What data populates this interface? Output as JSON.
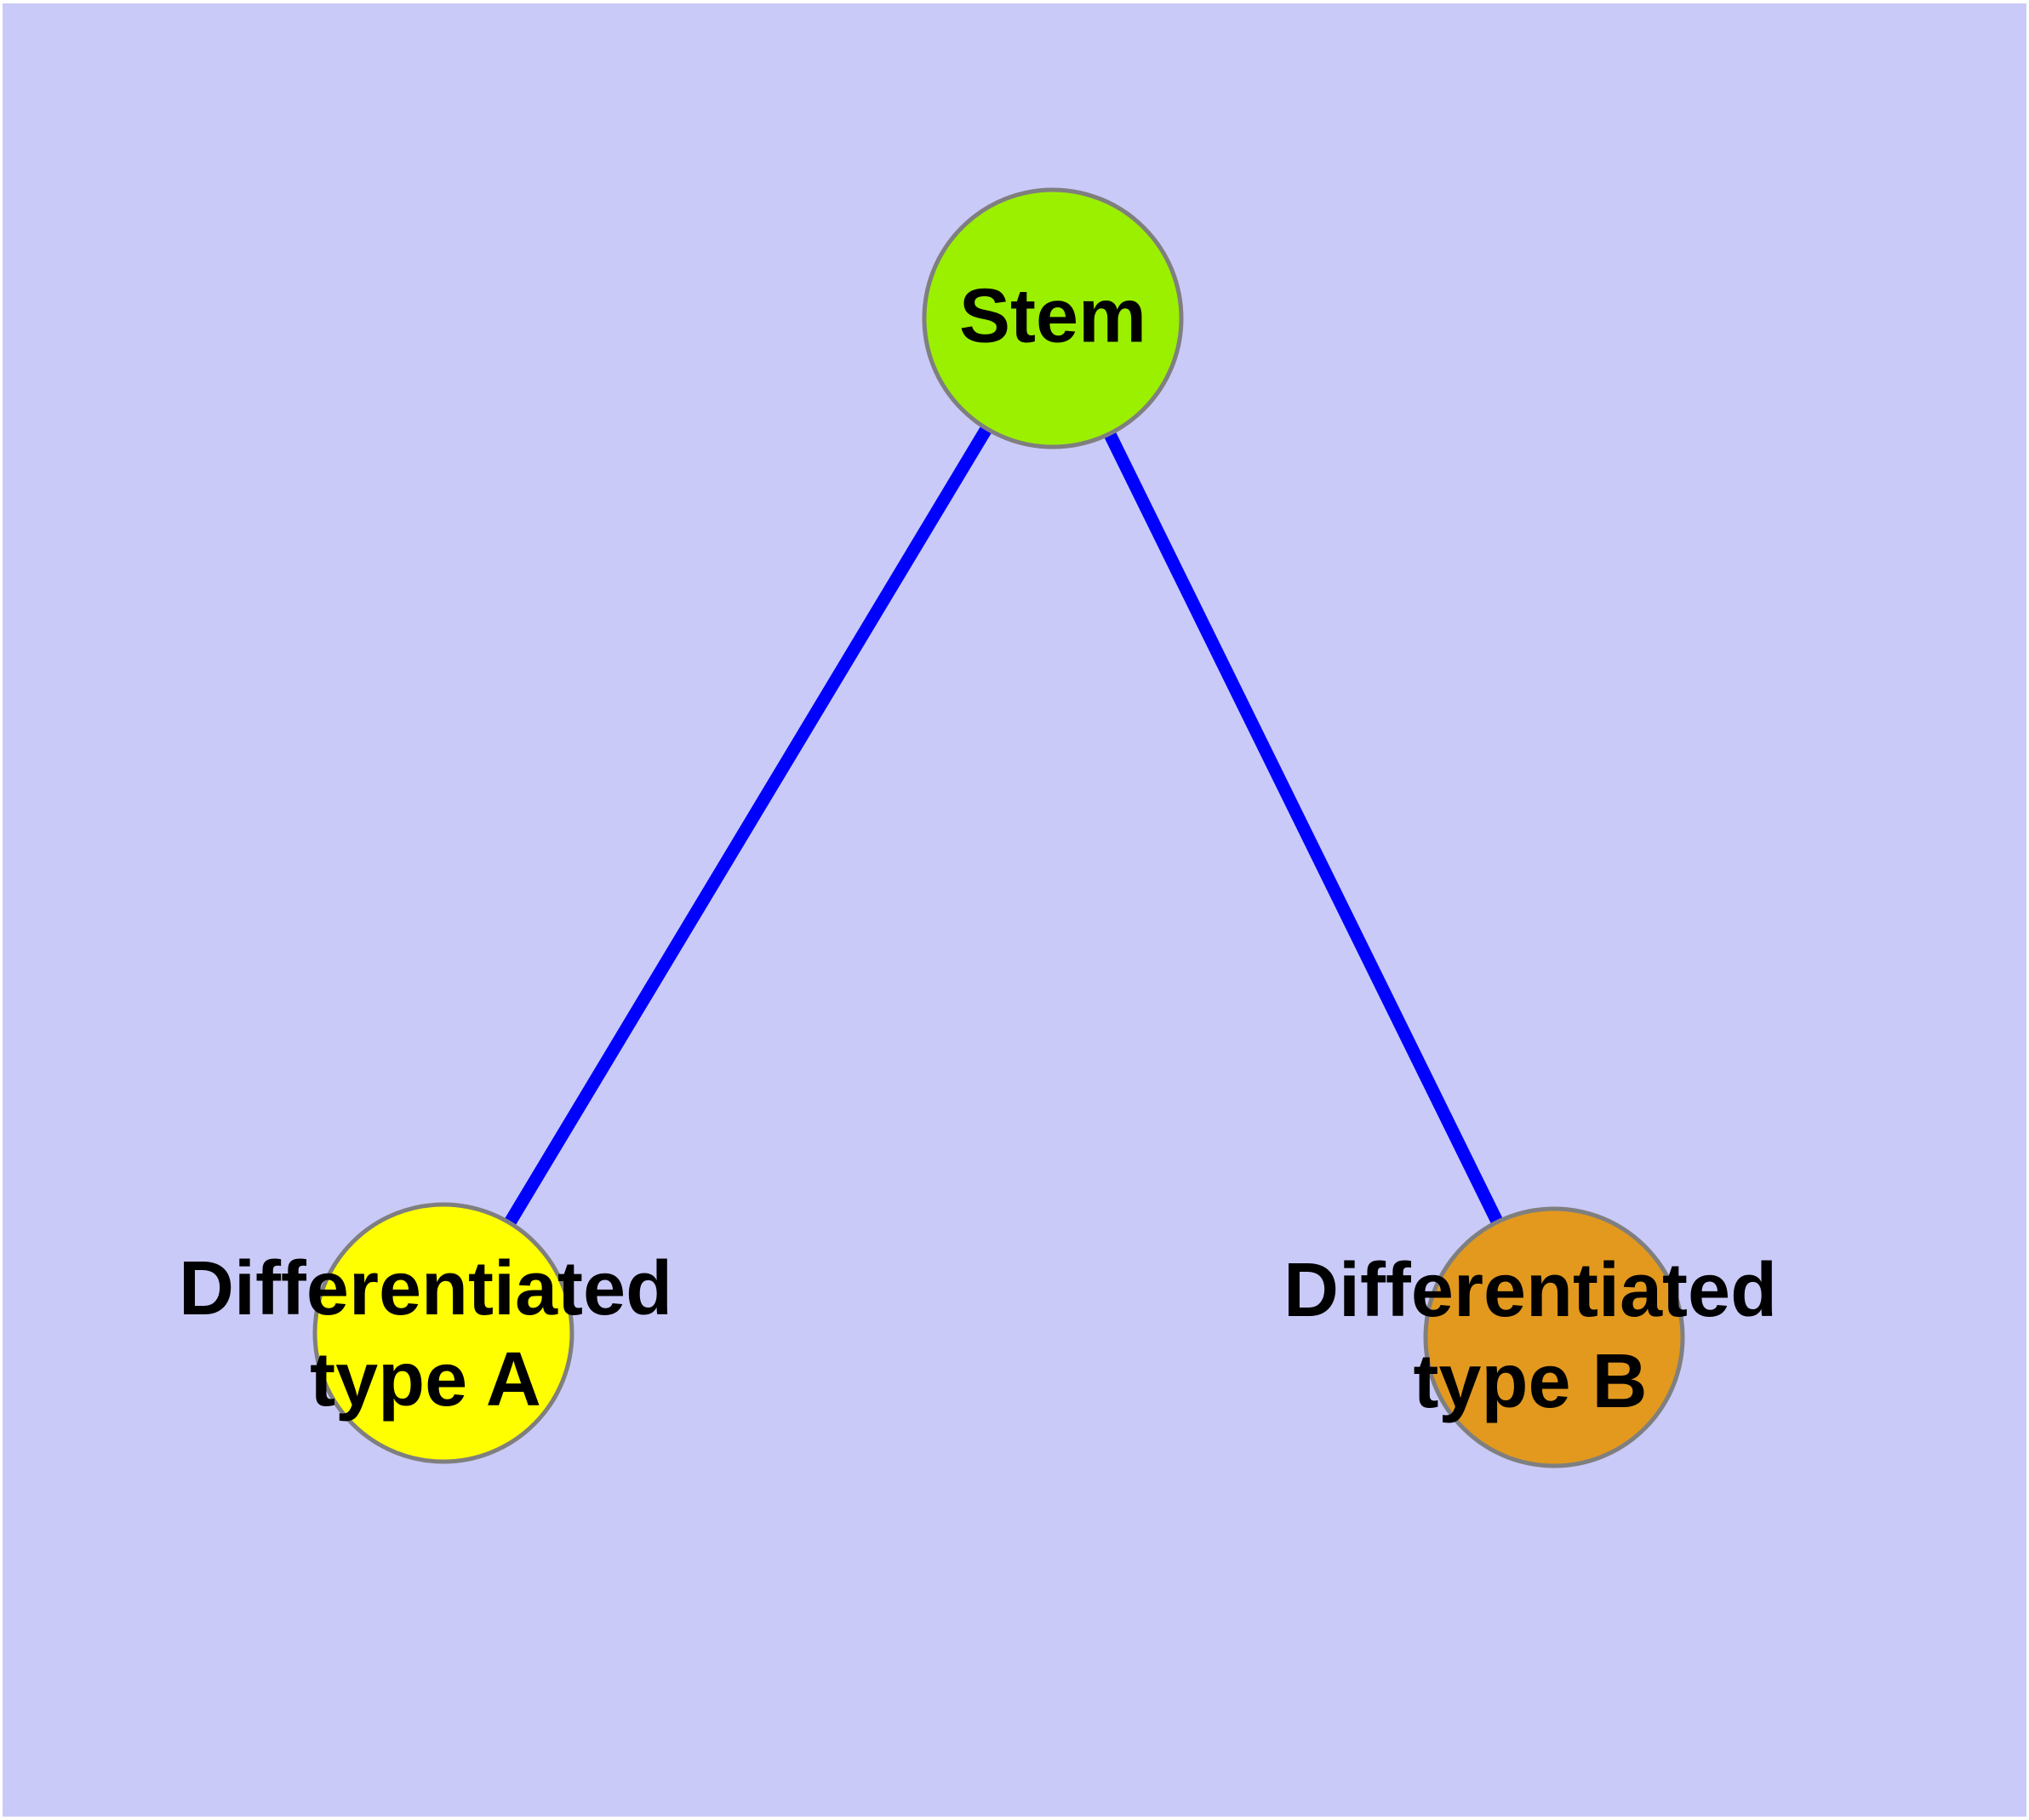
{
  "canvas": {
    "background_color": "#cacaf8",
    "page_margin_color": "#ffffff"
  },
  "style": {
    "node_border_color": "#7f7f7f",
    "edge_color": "#0000ff",
    "label_color": "#000000"
  },
  "nodes": [
    {
      "id": "stem",
      "label": "Stem",
      "fill_color": "#9bf000"
    },
    {
      "id": "differentiated-type-a",
      "label": "Differentiated\ntype A",
      "fill_color": "#ffff00"
    },
    {
      "id": "differentiated-type-b",
      "label": "Differentiated\ntype B",
      "fill_color": "#e2991e"
    }
  ],
  "edges": [
    {
      "from": "stem",
      "to": "differentiated-type-a"
    },
    {
      "from": "stem",
      "to": "differentiated-type-b"
    }
  ]
}
